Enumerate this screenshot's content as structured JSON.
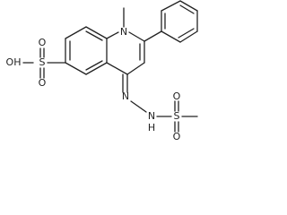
{
  "molecule": {
    "atoms": {
      "n1": "N",
      "methyl": "",
      "s_sulfonic": "S",
      "o_sulfonic_top": "O",
      "o_sulfonic_bottom": "O",
      "oh_sulfonic": "OH",
      "n_hydrazone_1": "N",
      "nh_hydrazone": "N",
      "h_hydrazone": "H",
      "s_mesyl": "S",
      "o_mesyl_top": "O",
      "o_mesyl_bottom": "O"
    }
  }
}
